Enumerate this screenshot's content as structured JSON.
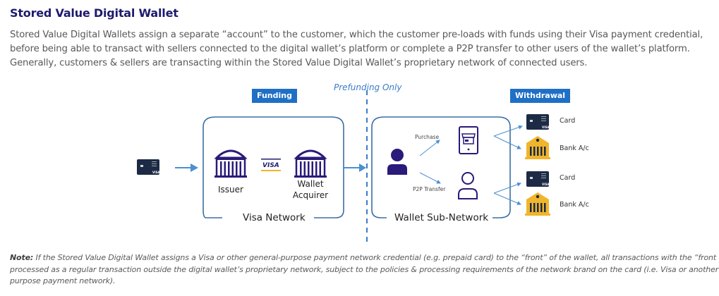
{
  "document": {
    "title": "Stored Value Digital Wallet",
    "paragraph_lines": [
      "Stored Value Digital Wallets assign a separate “account” to the customer, which the customer pre-loads with funds using their Visa payment credential,",
      "before being able to transact with sellers connected to the digital wallet’s platform or complete a P2P transfer to other users of the wallet’s platform.",
      "Generally, customers & sellers are transacting within the Stored Value Digital Wallet’s proprietary network of connected users."
    ],
    "note_label": "Note:",
    "note_lines": [
      " If the Stored Value Digital Wallet assigns a Visa or other general-purpose payment network credential (e.g. prepaid card) to the “front” of the wallet, all transactions with the “front card” are",
      "processed as a regular transaction outside the digital wallet’s proprietary network, subject to the policies & processing requirements of the network brand on the card (i.e. Visa or another general-",
      "purpose payment network)."
    ]
  },
  "diagram": {
    "funding_tag": "Funding",
    "withdrawal_tag": "Withdrawal",
    "divider_label": "Prefunding Only",
    "visa_network": {
      "label": "Visa Network",
      "issuer_label": "Issuer",
      "acquirer_label_line1": "Wallet",
      "acquirer_label_line2": "Acquirer",
      "visa_logo": "VISA"
    },
    "wallet_network": {
      "label": "Wallet Sub-Network",
      "purchase_label": "Purchase",
      "p2p_label": "P2P Transfer"
    },
    "withdrawal_targets": [
      {
        "icon": "card-icon",
        "label": "Card"
      },
      {
        "icon": "bank-icon",
        "label": "Bank A/c"
      },
      {
        "icon": "card-icon",
        "label": "Card"
      },
      {
        "icon": "bank-icon",
        "label": "Bank A/c"
      }
    ],
    "colors": {
      "accent_blue": "#1f6fc6",
      "network_outline": "#3a6ea5",
      "icon_purple": "#2a1a7a",
      "bank_gold": "#f0b52b",
      "arrow_blue": "#4a90d0"
    }
  }
}
